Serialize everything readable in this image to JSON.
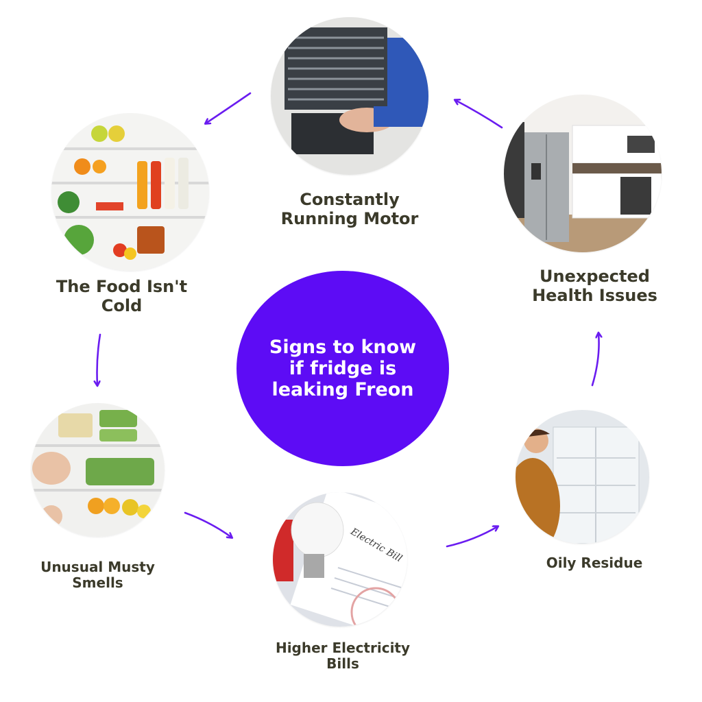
{
  "center": {
    "text": "Signs to know if fridge is leaking Freon",
    "color": "#5d0cf5"
  },
  "arrow_color": "#6a1cf0",
  "label_color": "#3b3a2a",
  "steps": [
    {
      "id": "motor",
      "label_line1": "Constantly",
      "label_line2": "Running Motor",
      "image": "fridge-coil-repair-photo"
    },
    {
      "id": "food",
      "label_line1": "The Food Isn't",
      "label_line2": "Cold",
      "image": "open-fridge-food-photo"
    },
    {
      "id": "smells",
      "label_line1": "Unusual Musty",
      "label_line2": "Smells",
      "image": "fridge-vegetables-photo"
    },
    {
      "id": "bills",
      "label_line1": "Higher Electricity",
      "label_line2": "Bills",
      "image": "electric-bill-bulb-photo"
    },
    {
      "id": "residue",
      "label_line1": "Oily Residue",
      "label_line2": "",
      "image": "empty-fridge-woman-photo"
    },
    {
      "id": "health",
      "label_line1": "Unexpected",
      "label_line2": "Health Issues",
      "image": "kitchen-steel-fridge-photo"
    }
  ],
  "bill_text": "Electric Bill"
}
